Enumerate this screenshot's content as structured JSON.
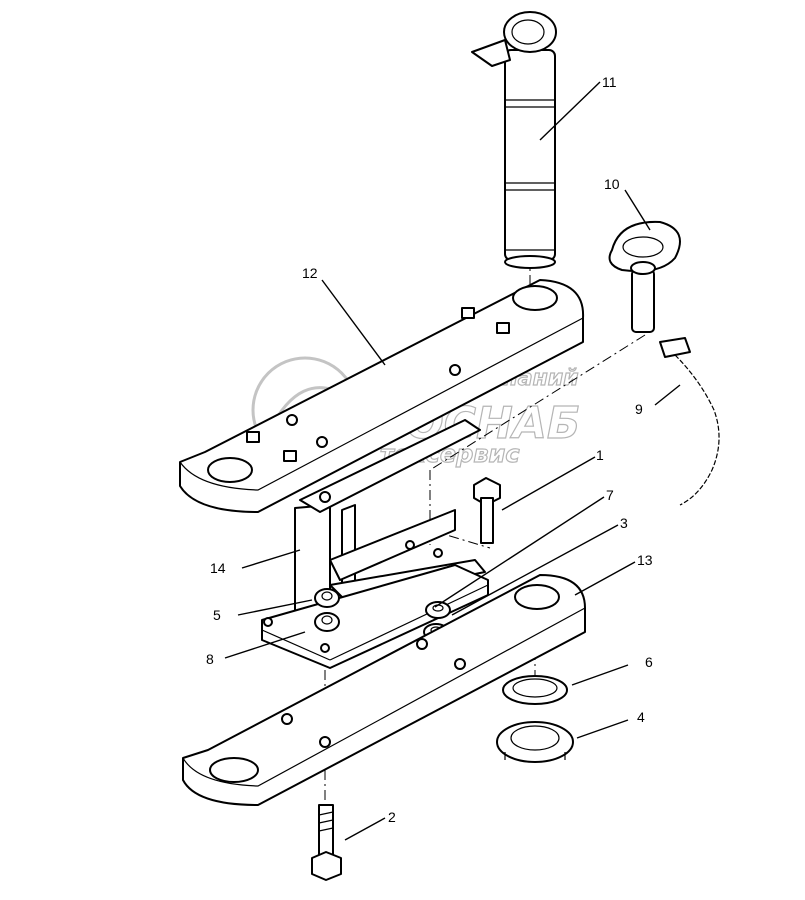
{
  "watermark": {
    "line1": "группа компаний",
    "line2": "АГРОСНАБ",
    "line3": "техсервис"
  },
  "callouts": [
    {
      "id": "1",
      "label": "1"
    },
    {
      "id": "2",
      "label": "2"
    },
    {
      "id": "3",
      "label": "3"
    },
    {
      "id": "4",
      "label": "4"
    },
    {
      "id": "5",
      "label": "5"
    },
    {
      "id": "6",
      "label": "6"
    },
    {
      "id": "7",
      "label": "7"
    },
    {
      "id": "8",
      "label": "8"
    },
    {
      "id": "9",
      "label": "9"
    },
    {
      "id": "10",
      "label": "10"
    },
    {
      "id": "11",
      "label": "11"
    },
    {
      "id": "12",
      "label": "12"
    },
    {
      "id": "13",
      "label": "13"
    },
    {
      "id": "14",
      "label": "14"
    }
  ]
}
